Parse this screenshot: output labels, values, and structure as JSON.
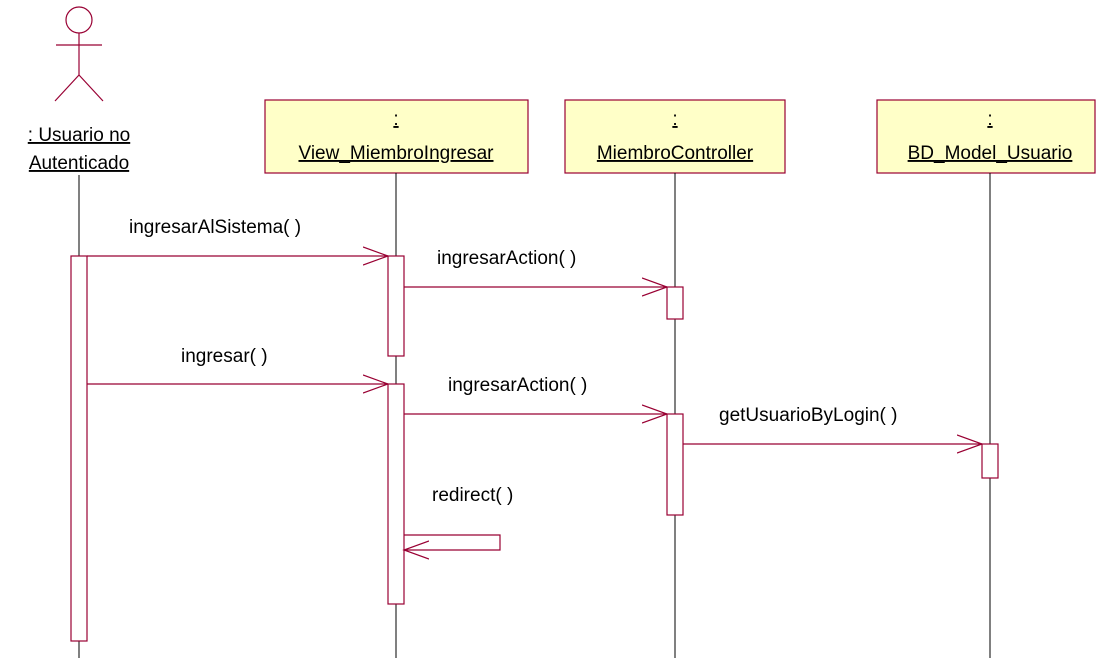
{
  "actor": {
    "line1": ": Usuario no",
    "line2": "Autenticado"
  },
  "objects": [
    {
      "prefix": ":",
      "name": "View_MiembroIngresar"
    },
    {
      "prefix": ":",
      "name": "MiembroController"
    },
    {
      "prefix": ":",
      "name": "BD_Model_Usuario"
    }
  ],
  "messages": [
    {
      "label": "ingresarAlSistema( )"
    },
    {
      "label": "ingresarAction( )"
    },
    {
      "label": "ingresar( )"
    },
    {
      "label": "ingresarAction( )"
    },
    {
      "label": "getUsuarioByLogin( )"
    },
    {
      "label": "redirect( )"
    }
  ],
  "colors": {
    "stroke": "#990033",
    "object_fill": "#ffffc8"
  }
}
